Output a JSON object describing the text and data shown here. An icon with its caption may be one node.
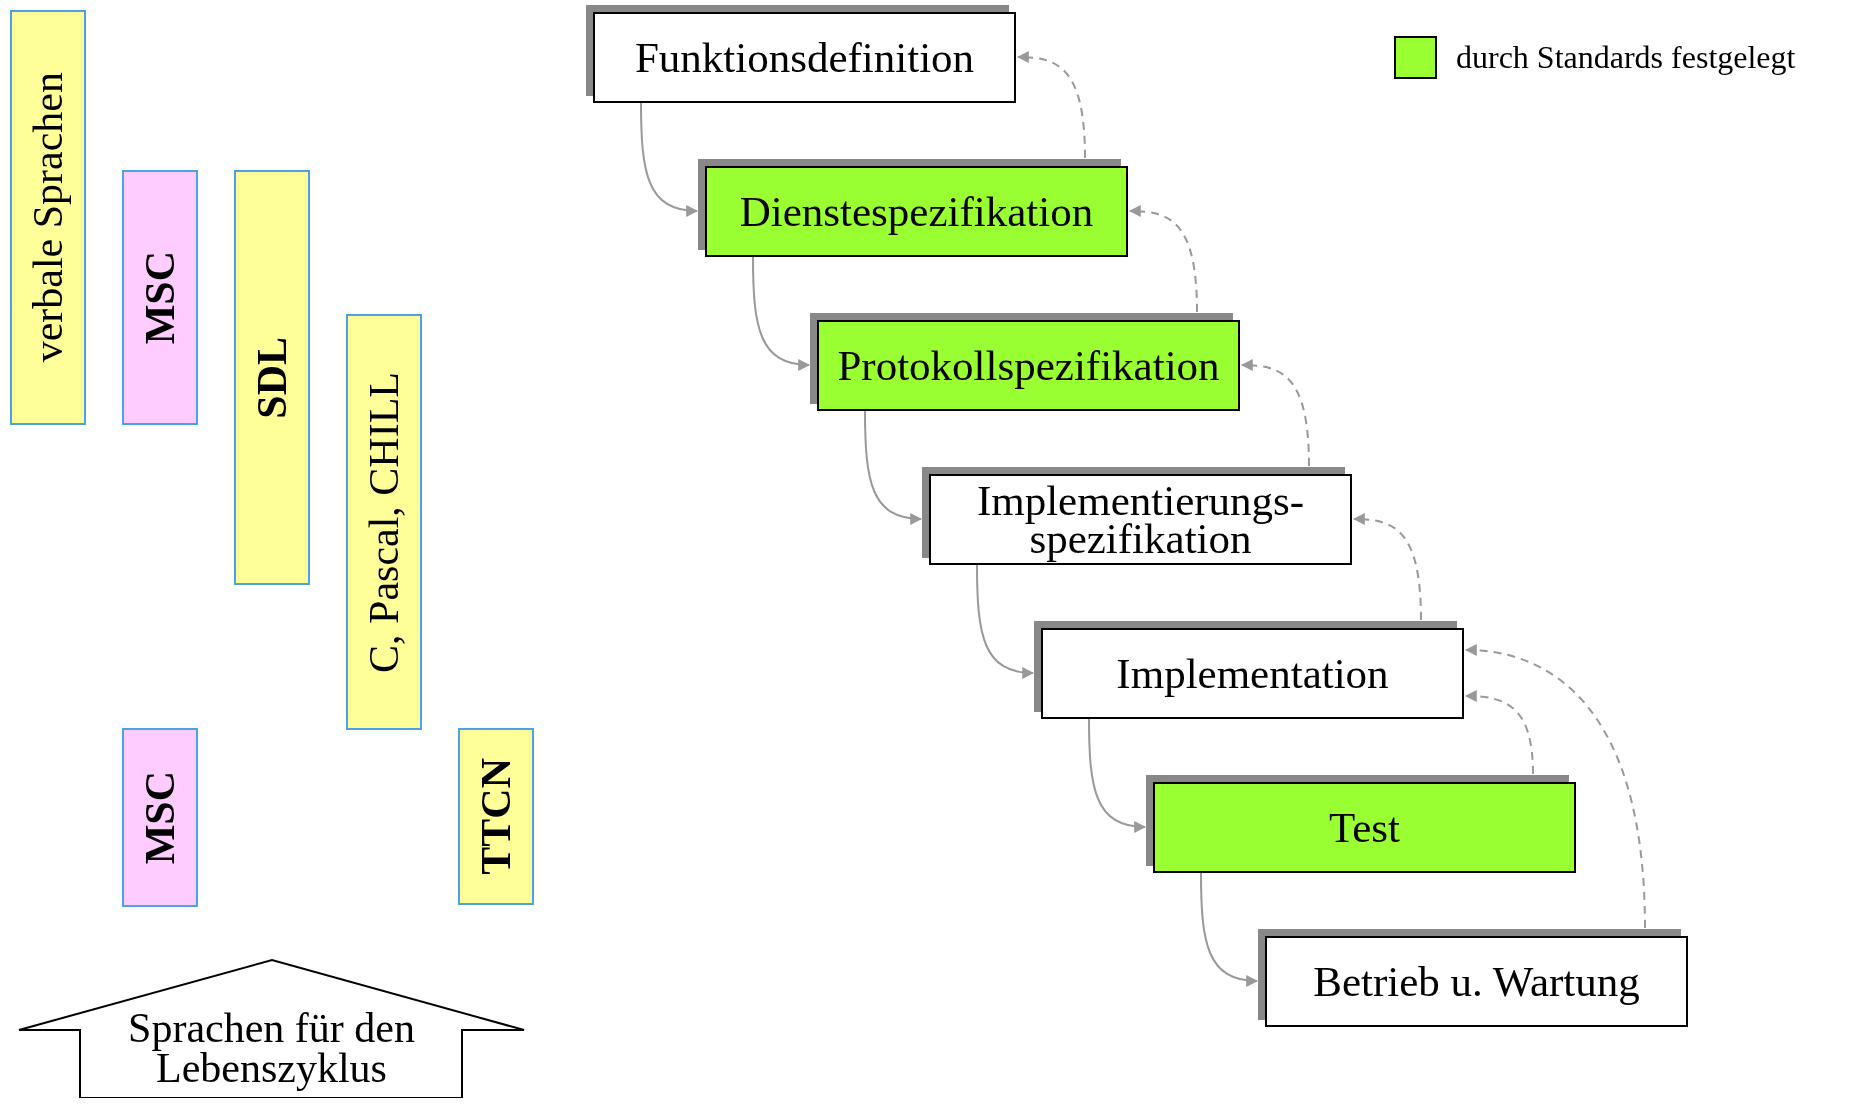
{
  "diagram": {
    "nodes": [
      {
        "text": [
          "Funktionsdefinition"
        ]
      },
      {
        "text": [
          "Dienstespezifikation"
        ]
      },
      {
        "text": [
          "Protokollspezifikation"
        ]
      },
      {
        "text": [
          "Implementierungs- spezifikation"
        ]
      },
      {
        "text": [
          "Implementation"
        ]
      },
      {
        "text": [
          "Test"
        ]
      },
      {
        "text": [
          "Betrieb u. Wartung"
        ]
      },
      {
        "text": [
          "verbale Sprachen"
        ]
      },
      {
        "text": [
          "MSC"
        ]
      },
      {
        "text": [
          "SDL"
        ]
      },
      {
        "text": [
          "C, Pascal, CHILL"
        ]
      },
      {
        "text": [
          "MSC"
        ]
      },
      {
        "text": [
          "TTCN"
        ]
      },
      {
        "text": [
          "Sprachen für den Lebenszyklus"
        ]
      }
    ],
    "edges": [
      {
        "from": 0,
        "to": 1,
        "arrow": "to"
      },
      {
        "from": 1,
        "to": 2,
        "arrow": "to"
      },
      {
        "from": 2,
        "to": 3,
        "arrow": "to"
      },
      {
        "from": 3,
        "to": 4,
        "arrow": "to"
      },
      {
        "from": 4,
        "to": 5,
        "arrow": "to"
      },
      {
        "from": 5,
        "to": 6,
        "arrow": "to"
      },
      {
        "from": 1,
        "to": 0,
        "arrow": "to",
        "style": "dashed"
      },
      {
        "from": 2,
        "to": 1,
        "arrow": "to",
        "style": "dashed"
      },
      {
        "from": 3,
        "to": 2,
        "arrow": "to",
        "style": "dashed"
      },
      {
        "from": 4,
        "to": 3,
        "arrow": "to",
        "style": "dashed"
      },
      {
        "from": 5,
        "to": 4,
        "arrow": "to",
        "style": "dashed"
      },
      {
        "from": 6,
        "to": 4,
        "arrow": "to",
        "style": "dashed"
      }
    ],
    "legend": [
      {
        "text": "durch Standards festgelegt",
        "color": "#99ff33"
      }
    ]
  }
}
